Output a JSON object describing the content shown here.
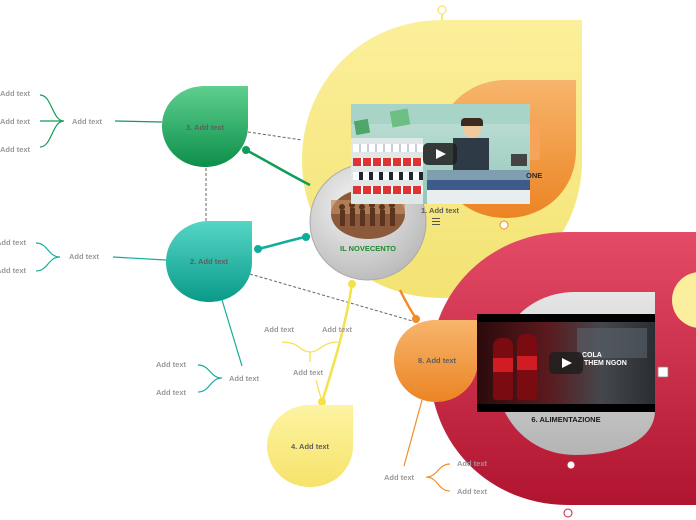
{
  "central": {
    "label": "IL NOVECENTO"
  },
  "topics": {
    "t1": "1. Add text",
    "t2": "2. Add text",
    "t3": "3. Add text",
    "t4": "4. Add text",
    "t8": "8. Add text",
    "orange_top_partial": "ONE",
    "food": "6. ALIMENTAZIONE"
  },
  "subtopic": "Add text",
  "leaf": "Add text",
  "video_cola": {
    "line1": "COLA",
    "line2": "THEM NGON"
  },
  "colors": {
    "green": "#0f9d58",
    "teal": "#11ad9a",
    "yellow": "#f5e14a",
    "orange": "#f08c2a",
    "red": "#c81e3c",
    "gray": "#c8c8c8"
  }
}
